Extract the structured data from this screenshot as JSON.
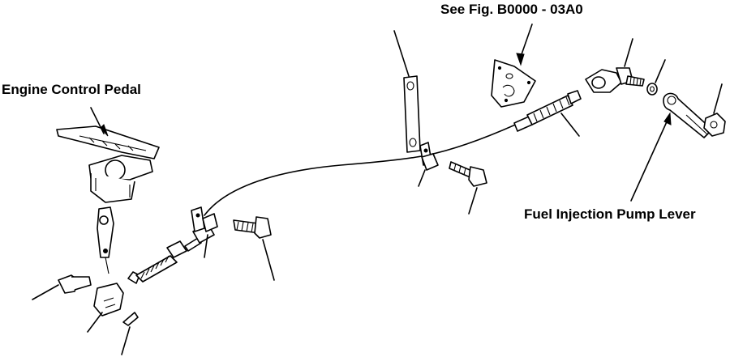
{
  "labels": {
    "see_fig": "See Fig. B0000 - 03A0",
    "engine_control_pedal": "Engine Control Pedal",
    "fuel_injection_pump_lever": "Fuel Injection Pump Lever"
  }
}
